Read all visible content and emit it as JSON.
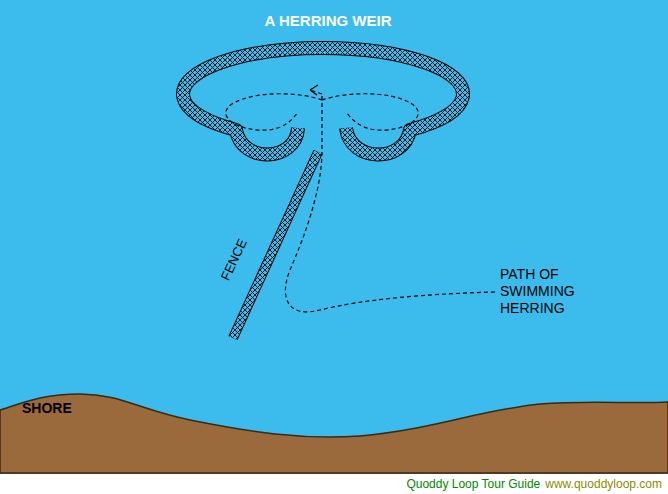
{
  "diagram": {
    "title": "A HERRING WEIR",
    "labels": [
      "FENCE",
      "PATH OF SWIMMING HERRING",
      "SHORE",
      "Quoddy Loop Tour Guide",
      "www.quoddyloop.com"
    ]
  }
}
